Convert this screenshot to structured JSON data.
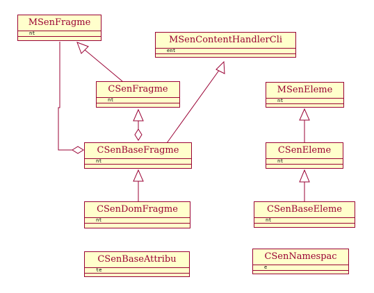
{
  "diagram": {
    "classes": [
      {
        "id": "msenfragme",
        "name": "MSenFragme",
        "attr": "nt"
      },
      {
        "id": "msencontenthandlercli",
        "name": "MSenContentHandlerCli",
        "attr": "ent"
      },
      {
        "id": "csenfragme",
        "name": "CSenFragme",
        "attr": "nt"
      },
      {
        "id": "msenelem",
        "name": "MSenEleme",
        "attr": "nt"
      },
      {
        "id": "csenbasefragme",
        "name": "CSenBaseFragme",
        "attr": "nt"
      },
      {
        "id": "csenelem",
        "name": "CSenEleme",
        "attr": "nt"
      },
      {
        "id": "csendomfragme",
        "name": "CSenDomFragme",
        "attr": "nt"
      },
      {
        "id": "csenbaseelem",
        "name": "CSenBaseEleme",
        "attr": "nt"
      },
      {
        "id": "csenbaseattribu",
        "name": "CSenBaseAttribu",
        "attr": "te"
      },
      {
        "id": "csennamespac",
        "name": "CSenNamespac",
        "attr": "e"
      }
    ]
  }
}
